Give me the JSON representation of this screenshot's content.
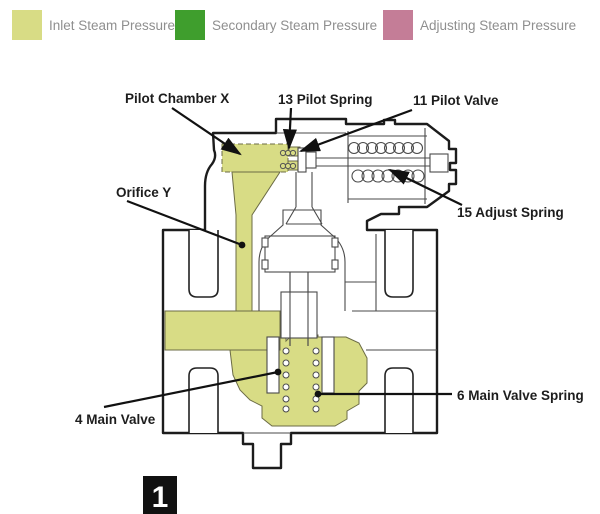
{
  "colors": {
    "inlet": "#d8dc85",
    "secondary": "#3f9e2d",
    "adjusting": "#c47d97",
    "outline": "#1c1c1c"
  },
  "legend": {
    "items": [
      {
        "label": "Inlet Steam Pressure",
        "color": "#d8dc85"
      },
      {
        "label": "Secondary Steam Pressure",
        "color": "#3f9e2d"
      },
      {
        "label": "Adjusting Steam Pressure",
        "color": "#c47d97"
      }
    ]
  },
  "diagram": {
    "labels": {
      "pilot_chamber": "Pilot Chamber X",
      "pilot_spring": "13 Pilot Spring",
      "pilot_valve": "11 Pilot Valve",
      "orifice": "Orifice Y",
      "adjust_spring": "15 Adjust Spring",
      "main_valve_spring": "6 Main Valve Spring",
      "main_valve": "4 Main Valve"
    },
    "figure_number": "1"
  }
}
